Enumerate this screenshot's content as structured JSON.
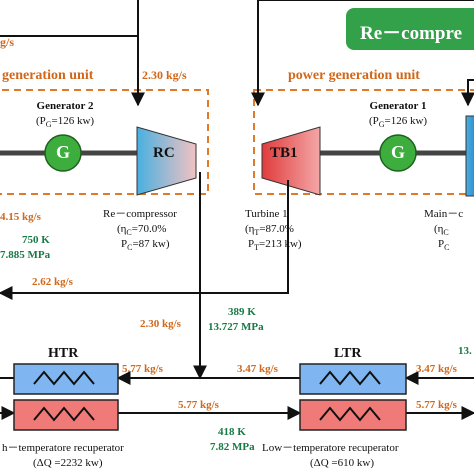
{
  "title_badge": "Re－compre",
  "sections": {
    "left": "generation unit",
    "right": "power generation unit"
  },
  "components": {
    "generator2": {
      "name": "Generator 2",
      "power": "(P",
      "power_sub": "G",
      "power_val": "=126 kw)",
      "symbol": "G"
    },
    "generator1": {
      "name": "Generator 1",
      "power": "(P",
      "power_sub": "G",
      "power_val": "=126 kw)",
      "symbol": "G"
    },
    "rc": {
      "label": "RC",
      "name": "Re－compressor",
      "eff": "(η",
      "eff_sub": "C",
      "eff_val": "=70.0%",
      "pow": "P",
      "pow_sub": "C",
      "pow_val": "=87 kw)"
    },
    "tb1": {
      "label": "TB1",
      "name": "Turbine 1",
      "eff": "(η",
      "eff_sub": "T",
      "eff_val": "=87.0%",
      "pow": "P",
      "pow_sub": "T",
      "pow_val": "=213 kw)"
    },
    "main_comp": {
      "name": "Main－c",
      "eff": "(η",
      "eff_sub": "C",
      "pow": "P",
      "pow_sub": "C"
    },
    "htr": {
      "label": "HTR",
      "name": "h－temperatore recuperator",
      "duty": "(ΔQ =2232 kw)"
    },
    "ltr": {
      "label": "LTR",
      "name": "Low－temperatore recuperator",
      "duty": "(ΔQ =610 kw)"
    }
  },
  "flows": {
    "top_left": "g/s",
    "rc_inlet": "2.30 kg/s",
    "left_out_flow": "4.15 kg/s",
    "left_out_temp": "750 K",
    "left_out_pressure": "7.885 MPa",
    "mid_left": "2.62 kg/s",
    "mid_branch": "2.30 kg/s",
    "mid_temp": "389 K",
    "mid_pressure": "13.727 MPa",
    "htr_top": "5.77 kg/s",
    "ltr_top_left": "3.47 kg/s",
    "ltr_top_right": "3.47 kg/s",
    "htr_ltr_bottom": "5.77 kg/s",
    "ltr_bottom_right": "5.77 kg/s",
    "bottom_temp": "418 K",
    "bottom_pressure": "7.82 MPa",
    "right_edge": "13."
  },
  "colors": {
    "orange": "#D0671A",
    "green_text": "#1A7A46",
    "badge": "#33A14A",
    "generator": "#3DAE3D",
    "compressor": "#49B0E0",
    "turbine": "#E5454A",
    "hx_blue": "#7FB6F2",
    "hx_red": "#F07A78"
  }
}
